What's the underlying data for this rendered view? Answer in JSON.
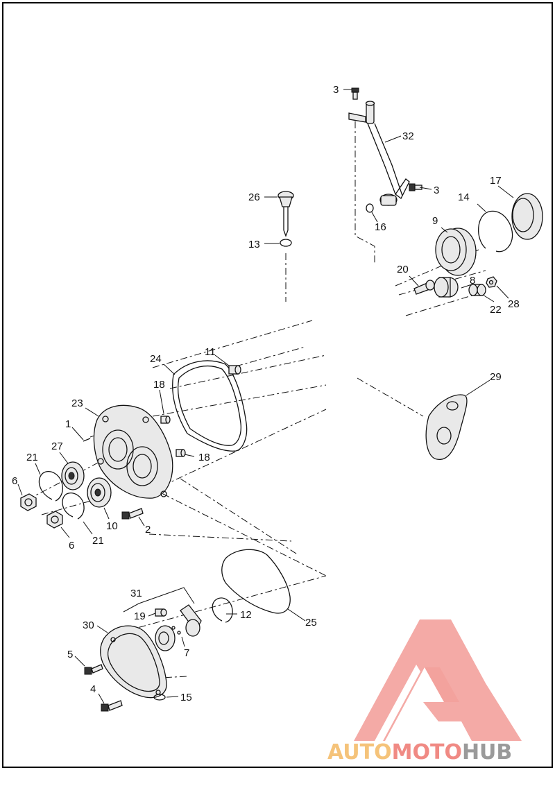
{
  "callouts": [
    {
      "id": "c3a",
      "label": "3"
    },
    {
      "id": "c32",
      "label": "32"
    },
    {
      "id": "c3b",
      "label": "3"
    },
    {
      "id": "c26",
      "label": "26"
    },
    {
      "id": "c17",
      "label": "17"
    },
    {
      "id": "c14",
      "label": "14"
    },
    {
      "id": "c16",
      "label": "16"
    },
    {
      "id": "c9",
      "label": "9"
    },
    {
      "id": "c13",
      "label": "13"
    },
    {
      "id": "c20",
      "label": "20"
    },
    {
      "id": "c8",
      "label": "8"
    },
    {
      "id": "c22",
      "label": "22"
    },
    {
      "id": "c28",
      "label": "28"
    },
    {
      "id": "c24",
      "label": "24"
    },
    {
      "id": "c11",
      "label": "11"
    },
    {
      "id": "c29",
      "label": "29"
    },
    {
      "id": "c18a",
      "label": "18"
    },
    {
      "id": "c23",
      "label": "23"
    },
    {
      "id": "c1",
      "label": "1"
    },
    {
      "id": "c27",
      "label": "27"
    },
    {
      "id": "c18b",
      "label": "18"
    },
    {
      "id": "c21a",
      "label": "21"
    },
    {
      "id": "c6a",
      "label": "6"
    },
    {
      "id": "c10",
      "label": "10"
    },
    {
      "id": "c2",
      "label": "2"
    },
    {
      "id": "c6b",
      "label": "6"
    },
    {
      "id": "c21b",
      "label": "21"
    },
    {
      "id": "c31",
      "label": "31"
    },
    {
      "id": "c19",
      "label": "19"
    },
    {
      "id": "c12",
      "label": "12"
    },
    {
      "id": "c25",
      "label": "25"
    },
    {
      "id": "c30",
      "label": "30"
    },
    {
      "id": "c7",
      "label": "7"
    },
    {
      "id": "c5",
      "label": "5"
    },
    {
      "id": "c4",
      "label": "4"
    },
    {
      "id": "c15",
      "label": "15"
    }
  ],
  "watermark": {
    "part1": "AUTO",
    "part2": "MOTO",
    "part3": "HUB",
    "color1": "#f5c37a",
    "color2": "#f08a84",
    "color3": "#9a9a9a"
  }
}
